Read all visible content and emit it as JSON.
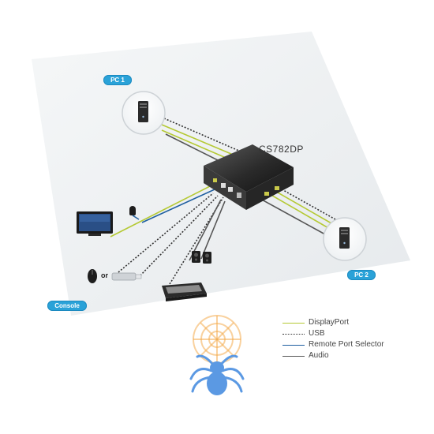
{
  "labels": {
    "pc1": "PC 1",
    "pc2": "PC 2",
    "console": "Console",
    "model": "CS782DP",
    "or": "or"
  },
  "legend": [
    {
      "label": "DisplayPort",
      "color": "#b5c934",
      "style": "solid"
    },
    {
      "label": "USB",
      "color": "#333333",
      "style": "dotted"
    },
    {
      "label": "Remote Port Selector",
      "color": "#1f5fa0",
      "style": "solid"
    },
    {
      "label": "Audio",
      "color": "#555555",
      "style": "solid"
    }
  ],
  "colors": {
    "background_shape": "#e9ecef",
    "label_pill": "#2aa2d8",
    "switch_body": "#1e1e1e",
    "watermark_orange": "#f2a33a",
    "watermark_blue": "#4a8fe0"
  },
  "icons": [
    "pc-tower-icon",
    "monitor-icon",
    "remote-selector-icon",
    "speakers-icon",
    "mouse-icon",
    "usb-stick-icon",
    "keyboard-icon",
    "kvm-switch-icon",
    "spider-watermark-icon"
  ]
}
